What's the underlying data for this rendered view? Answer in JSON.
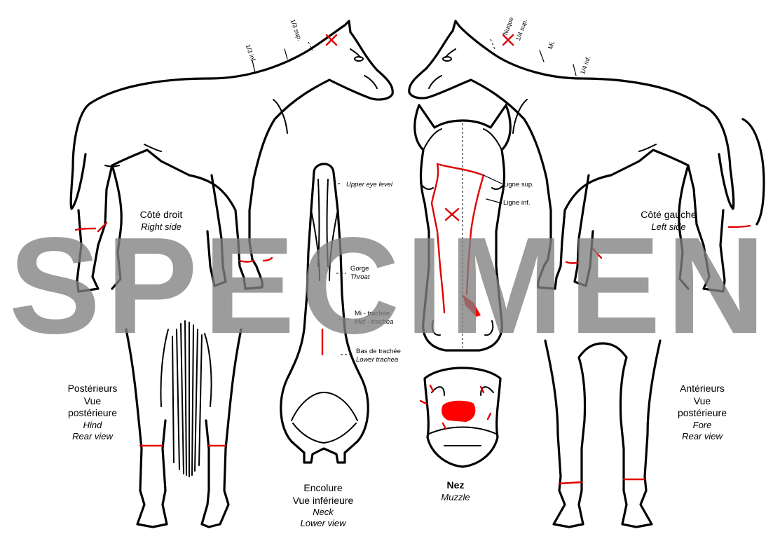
{
  "watermark": "SPECIMEN",
  "colors": {
    "marking": "#ff0000",
    "outline": "#000000",
    "watermark": "#808080"
  },
  "views": {
    "right_side": {
      "fr": "Côté droit",
      "en": "Right side"
    },
    "left_side": {
      "fr": "Côté gauche",
      "en": "Left side"
    },
    "hind": {
      "fr_line1": "Postérieurs",
      "fr_line2": "Vue",
      "fr_line3": "postérieure",
      "en_line1": "Hind",
      "en_line2": "Rear view"
    },
    "fore": {
      "fr_line1": "Antérieurs",
      "fr_line2": "Vue",
      "fr_line3": "postérieure",
      "en_line1": "Fore",
      "en_line2": "Rear view"
    },
    "neck": {
      "fr_line1": "Encolure",
      "fr_line2": "Vue inférieure",
      "en_line1": "Neck",
      "en_line2": "Lower view"
    },
    "muzzle": {
      "fr": "Nez",
      "en": "Muzzle"
    }
  },
  "neck_levels": {
    "upper_eye": {
      "en": "Upper eye level"
    },
    "throat": {
      "fr": "Gorge",
      "en": "Throat"
    },
    "mid_trachea": {
      "fr": "Mi - trachée",
      "en": "Mid - trachea"
    },
    "lower_trachea": {
      "fr": "Bas de trachée",
      "en": "Lower trachea"
    }
  },
  "head_lines": {
    "upper": "Ligne sup.",
    "lower": "Ligne inf."
  },
  "right_neck_marks": {
    "upper_third": "1/3 sup.",
    "lower_third": "1/3 inf."
  },
  "left_neck_marks": {
    "poll": "Nuque",
    "upper_quarter": "1/4 sup.",
    "mid": "Mi.",
    "lower_quarter": "1/4 inf."
  }
}
